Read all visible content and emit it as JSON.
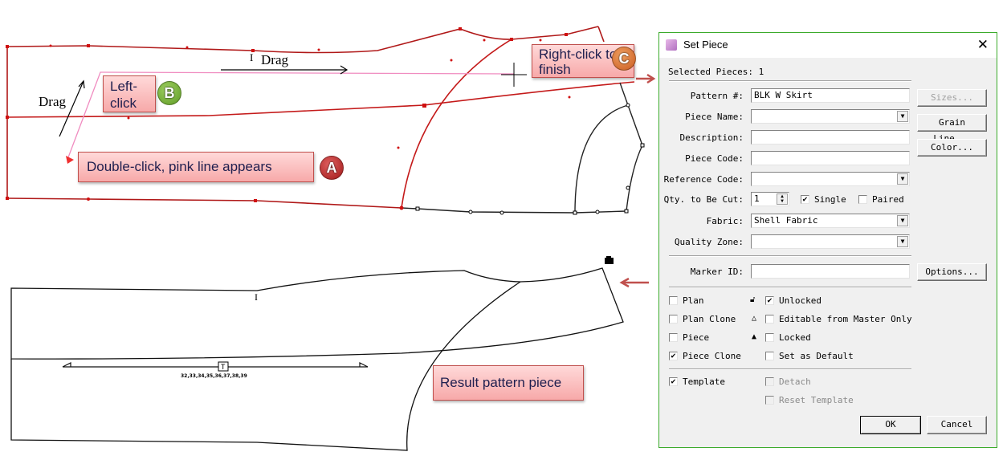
{
  "annotations": {
    "drag_left": "Drag",
    "drag_top": "Drag",
    "callout_a": "Double-click, pink line appears",
    "callout_b": "Left-click",
    "callout_c": "Right-click to finish",
    "callout_result": "Result pattern piece",
    "badge_a": "A",
    "badge_b": "B",
    "badge_c": "C",
    "badge_colors": {
      "a": "#b52a2a",
      "b": "#6aa12d",
      "c": "#d9692a"
    }
  },
  "result_piece": {
    "grainline_sizes": "32,33,34,35,36,37,38,39",
    "grainline_tag": "T"
  },
  "colors": {
    "pattern_red": "#c41a1a",
    "pink_line": "#f08cc0",
    "callout_fill": "#f7b5b5",
    "dialog_border": "#3cab2c",
    "arrow": "#c0504d"
  },
  "dialog": {
    "title": "Set Piece",
    "close_label": "✕",
    "selected_pieces": "Selected Pieces: 1",
    "fields": {
      "pattern_label": "Pattern #:",
      "pattern_value": "BLK W Skirt",
      "piece_name_label": "Piece Name:",
      "piece_name_value": "",
      "description_label": "Description:",
      "description_value": "",
      "piece_code_label": "Piece Code:",
      "piece_code_value": "",
      "reference_code_label": "Reference Code:",
      "reference_code_value": "",
      "qty_label": "Qty. to Be Cut:",
      "qty_value": "1",
      "fabric_label": "Fabric:",
      "fabric_value": "Shell Fabric",
      "quality_zone_label": "Quality Zone:",
      "quality_zone_value": "",
      "marker_id_label": "Marker ID:",
      "marker_id_value": ""
    },
    "buttons": {
      "sizes": "Sizes...",
      "grain_line": "Grain Line...",
      "color": "Color...",
      "options": "Options...",
      "ok": "OK",
      "cancel": "Cancel"
    },
    "checkboxes": {
      "single": {
        "label": "Single",
        "checked": true
      },
      "paired": {
        "label": "Paired",
        "checked": false
      },
      "plan": {
        "label": "Plan",
        "checked": false
      },
      "plan_clone": {
        "label": "Plan Clone",
        "checked": false
      },
      "piece": {
        "label": "Piece",
        "checked": false
      },
      "piece_clone": {
        "label": "Piece Clone",
        "checked": true
      },
      "unlocked": {
        "label": "Unlocked",
        "checked": true
      },
      "editable_master": {
        "label": "Editable from Master Only",
        "checked": false
      },
      "locked": {
        "label": "Locked",
        "checked": false
      },
      "set_default": {
        "label": "Set as Default",
        "checked": false
      },
      "template": {
        "label": "Template",
        "checked": true
      },
      "detach": {
        "label": "Detach",
        "checked": false,
        "disabled": true
      },
      "reset_template": {
        "label": "Reset Template",
        "checked": false,
        "disabled": true
      }
    },
    "check_glyph": "✔"
  }
}
